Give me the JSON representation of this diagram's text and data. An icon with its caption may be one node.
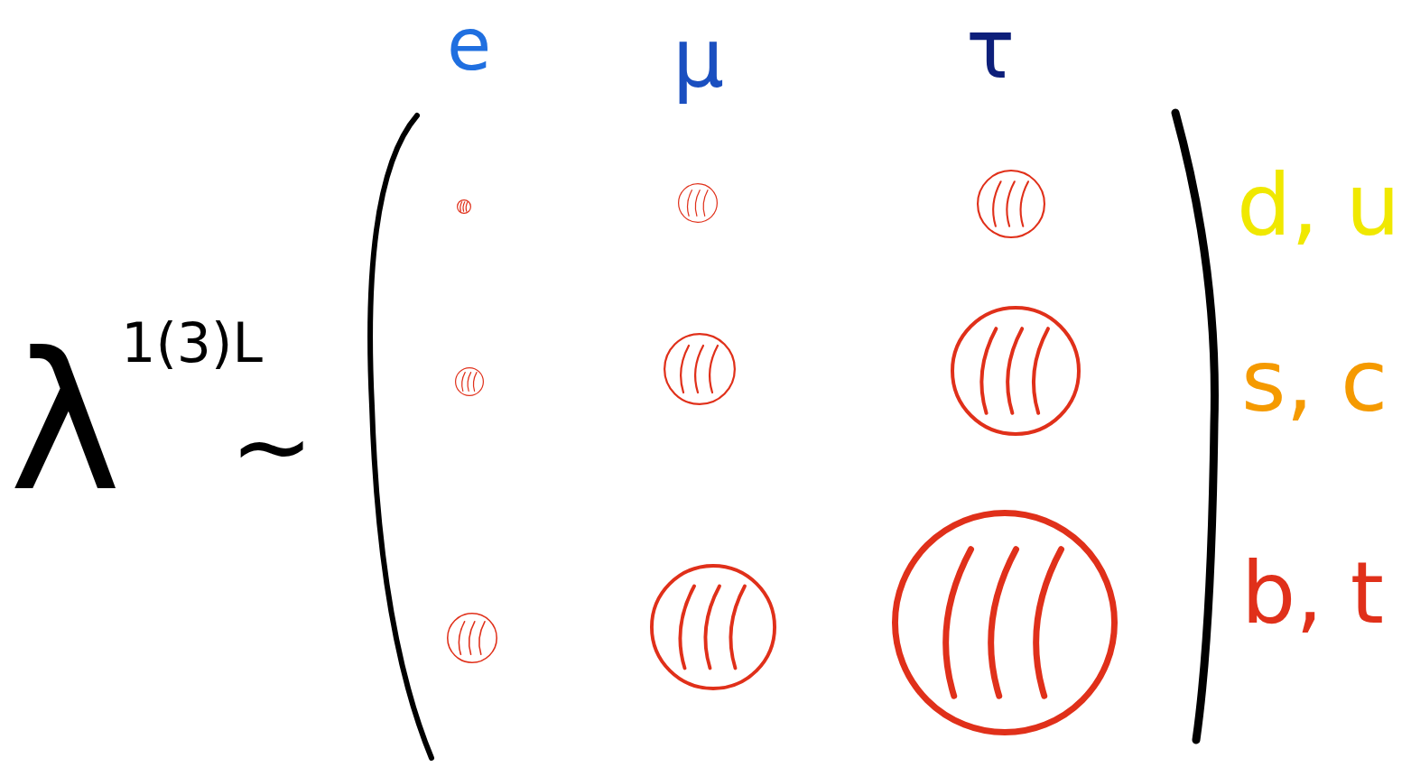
{
  "diagram": {
    "labels": [
      "e",
      "μ",
      "τ",
      "d, u",
      "λ$^{1(3)L}$",
      "~",
      "s, c",
      "b, t"
    ]
  }
}
